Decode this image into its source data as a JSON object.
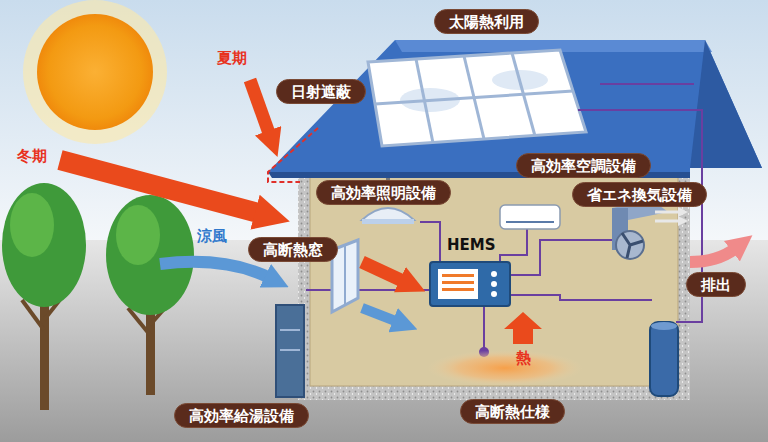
{
  "diagram": {
    "nodes": [
      {
        "text": [
          "太陽熱利用"
        ]
      },
      {
        "text": [
          "日射遮蔽"
        ]
      },
      {
        "text": [
          "高効率空調設備"
        ]
      },
      {
        "text": [
          "高効率照明設備"
        ]
      },
      {
        "text": [
          "省エネ換気設備"
        ]
      },
      {
        "text": [
          "高断熱窓"
        ]
      },
      {
        "text": [
          "排出"
        ]
      },
      {
        "text": [
          "高効率給湯設備"
        ]
      },
      {
        "text": [
          "高断熱仕様"
        ]
      }
    ],
    "labels": [
      "夏期",
      "冬期",
      "涼風",
      "HEMS",
      "熱"
    ]
  }
}
